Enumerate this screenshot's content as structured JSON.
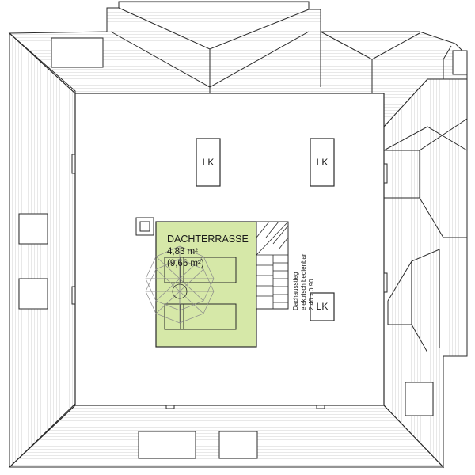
{
  "terrace": {
    "title": "DACHTERRASSE",
    "area": "4,83 m²",
    "area_total": "(9,66 m²)",
    "fill_color": "#d6e8a8"
  },
  "skylights": {
    "label_1": "LK",
    "label_2": "LK",
    "label_3": "LK"
  },
  "roof_hatch": {
    "line_1": "Dachausstieg",
    "line_2": "elektrisch bedienbar",
    "line_3": "2,40 x 0,90"
  }
}
